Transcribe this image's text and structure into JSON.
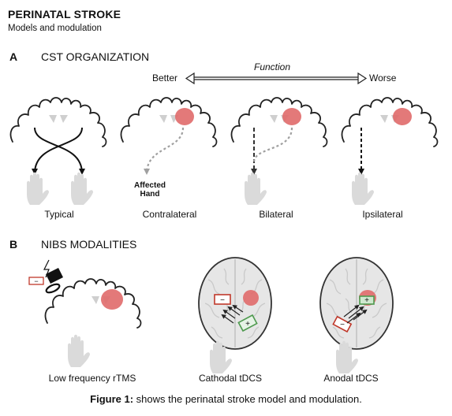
{
  "header": {
    "title": "PERINATAL STROKE",
    "subtitle": "Models and modulation"
  },
  "section_a": {
    "letter": "A",
    "name": "CST ORGANIZATION",
    "function_label": "Function",
    "better_label": "Better",
    "worse_label": "Worse",
    "affected_hand_label": "Affected Hand",
    "panels": [
      "Typical",
      "Contralateral",
      "Bilateral",
      "Ipsilateral"
    ]
  },
  "section_b": {
    "letter": "B",
    "name": "NIBS MODALITIES",
    "panels": [
      "Low frequency rTMS",
      "Cathodal tDCS",
      "Anodal tDCS"
    ],
    "minus_sign": "−",
    "plus_sign": "+"
  },
  "caption": {
    "prefix": "Figure 1:",
    "text": " shows the perinatal stroke model and modulation."
  },
  "colors": {
    "lesion": "#e06a6a",
    "cathode": "#c0392b",
    "anode": "#4f9a4f",
    "hand": "#d9d9d9",
    "brain": "#dcdcdc"
  }
}
